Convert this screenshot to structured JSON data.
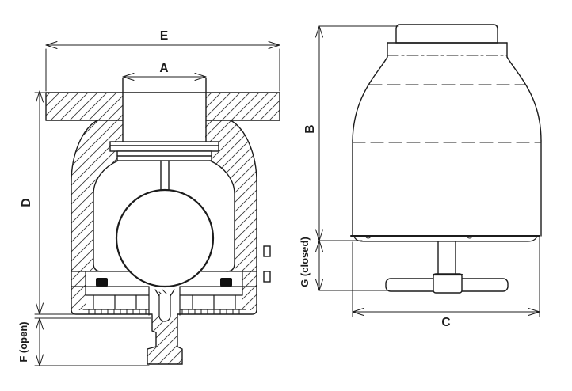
{
  "page": {
    "background": "#ffffff"
  },
  "drawing": {
    "line_color": "#1c1c1c",
    "views": [
      {
        "id": "front-section",
        "labels": {
          "width_top": "E",
          "width_neck": "A",
          "height_body": "D",
          "stroke_open": "F (open)"
        }
      },
      {
        "id": "side-elevation",
        "labels": {
          "height_body": "B",
          "stroke_closed": "G (closed)",
          "width_base": "C"
        }
      }
    ]
  }
}
